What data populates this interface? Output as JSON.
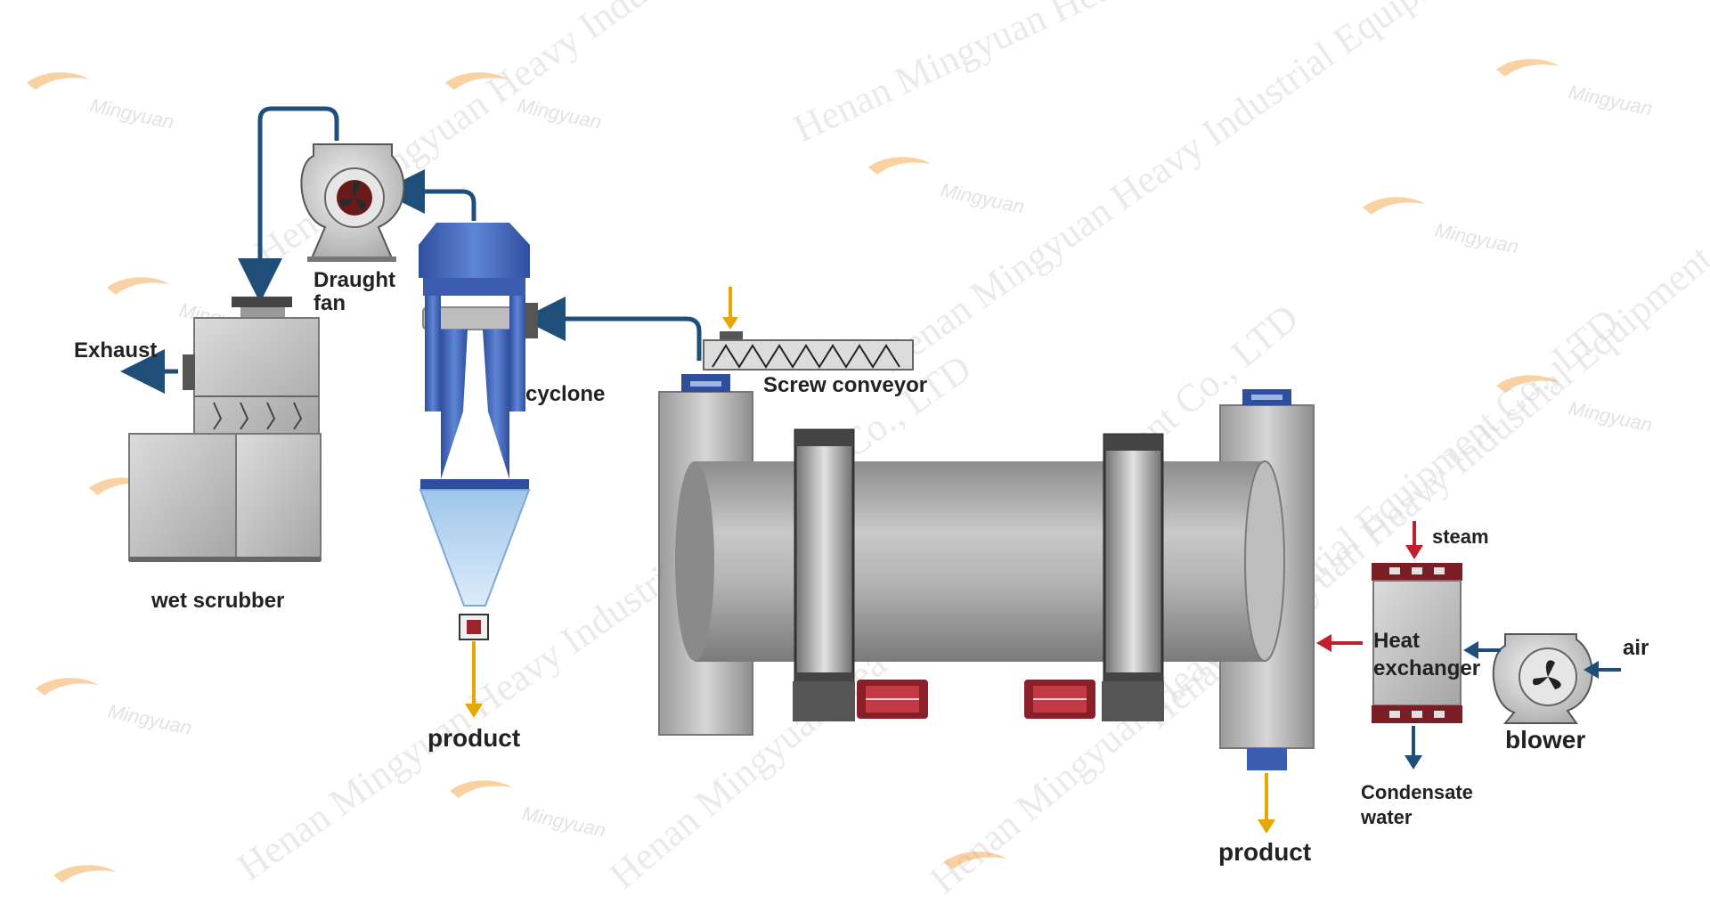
{
  "labels": {
    "draught_fan": [
      "Draught",
      "fan"
    ],
    "exhaust": "Exhaust",
    "cyclone": "cyclone",
    "wet_scrubber": "wet scrubber",
    "screw_conveyor": "Screw conveyor",
    "product_left": "product",
    "product_right": "product",
    "steam": "steam",
    "heat_exchanger": [
      "Heat",
      "exchanger"
    ],
    "air": "air",
    "blower": "blower",
    "condensate_water": [
      "Condensate",
      "water"
    ]
  },
  "watermark": {
    "company": "Henan Mingyuan Heavy Industrial Equipment Co., LTD",
    "brand": "Mingyuan"
  },
  "colors": {
    "pipe_blue": "#1f4e79",
    "product_arrow": "#e5a800",
    "heat_arrow": "#c0202b",
    "cyclone_blue": "#3f63b8",
    "machine_grey": "#a9a9a9",
    "logo_orange": "#f3a54a"
  }
}
